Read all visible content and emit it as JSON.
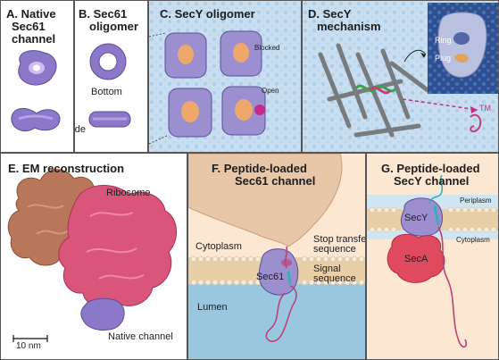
{
  "panel_a": {
    "title_line1": "A. Native",
    "title_line2": "Sec61",
    "title_line3": "channel"
  },
  "panel_b": {
    "title_line1": "B. Sec61",
    "title_line2": "oligomer",
    "label_bottom": "Bottom",
    "label_side": "Side"
  },
  "panel_c": {
    "title": "C. SecY oligomer",
    "label_blocked": "Blocked",
    "label_open": "Open"
  },
  "panel_d": {
    "title_line1": "D. SecY",
    "title_line2": "mechanism",
    "label_ring": "Ring",
    "label_plug": "Plug",
    "label_tm": "TM"
  },
  "panel_e": {
    "title": "E. EM reconstruction",
    "label_ribosome": "Ribosome",
    "label_native": "Native channel",
    "scale_label": "10 nm"
  },
  "panel_f": {
    "title_line1": "F. Peptide-loaded",
    "title_line2": "Sec61 channel",
    "label_cytoplasm": "Cytoplasm",
    "label_stop_line1": "Stop transfer",
    "label_stop_line2": "sequence",
    "label_sec61": "Sec61",
    "label_signal_line1": "Signal",
    "label_signal_line2": "sequence",
    "label_lumen": "Lumen"
  },
  "panel_g": {
    "title_line1": "G. Peptide-loaded",
    "title_line2": "SecY channel",
    "label_periplasm": "Periplasm",
    "label_secy": "SecY",
    "label_cytoplasm": "Cytoplasm",
    "label_seca": "SecA"
  },
  "colors": {
    "channel_purple": "#8a78c8",
    "ribosome_pink": "#d9557a",
    "ribosome_brown": "#b8765a",
    "membrane_blue": "#8fc4dc",
    "seca_red": "#e04a5f",
    "peptide_pink": "#c0407a",
    "helix_teal": "#34b0b8"
  }
}
